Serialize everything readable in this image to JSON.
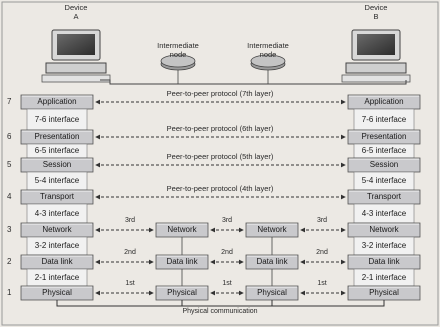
{
  "devices": {
    "a": [
      "Device",
      "A"
    ],
    "b": [
      "Device",
      "B"
    ],
    "intermediate": [
      "Intermediate",
      "node"
    ]
  },
  "layers": [
    {
      "number": "7",
      "name": "Application",
      "interface": "7-6 interface",
      "peer": "Peer-to-peer protocol (7th layer)"
    },
    {
      "number": "6",
      "name": "Presentation",
      "interface": "6-5 interface",
      "peer": "Peer-to-peer protocol (6th layer)"
    },
    {
      "number": "5",
      "name": "Session",
      "interface": "5-4 interface",
      "peer": "Peer-to-peer protocol (5th layer)"
    },
    {
      "number": "4",
      "name": "Transport",
      "interface": "4-3 interface",
      "peer": "Peer-to-peer protocol (4th layer)"
    },
    {
      "number": "3",
      "name": "Network",
      "interface": "3-2 interface",
      "hop": "3rd"
    },
    {
      "number": "2",
      "name": "Data link",
      "interface": "2-1 interface",
      "hop": "2nd"
    },
    {
      "number": "1",
      "name": "Physical",
      "hop": "1st"
    }
  ],
  "physical_communication": "Physical communication",
  "colors": {
    "background": "#ece9e4",
    "box_fill": "#c9c9cc",
    "interface_fill": "#f1f1f1",
    "line": "#333333"
  }
}
